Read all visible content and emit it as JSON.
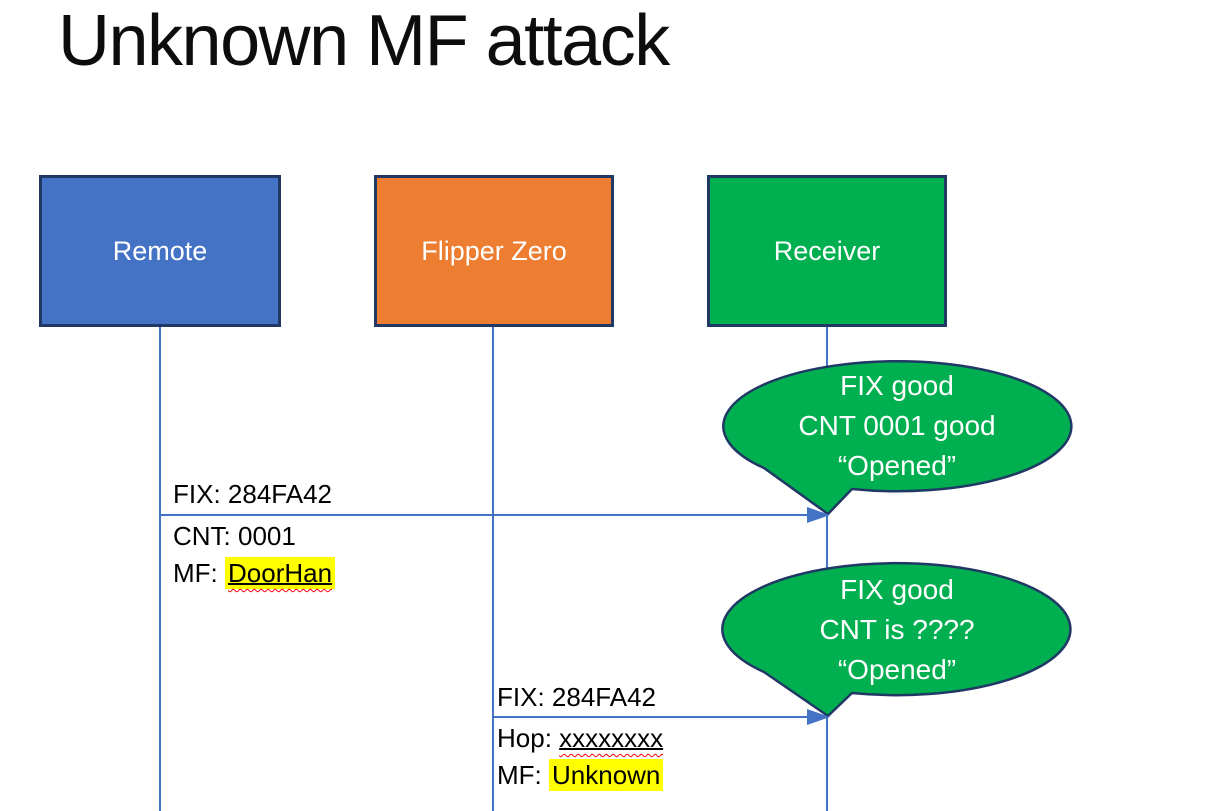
{
  "title": "Unknown MF attack",
  "actors": [
    {
      "label": "Remote",
      "fill": "#4472C4"
    },
    {
      "label": "Flipper Zero",
      "fill": "#ED7D31"
    },
    {
      "label": "Receiver",
      "fill": "#00B050"
    }
  ],
  "messages": [
    {
      "from": "Remote",
      "to": "Receiver",
      "fix": "FIX: 284FA42",
      "cnt": "CNT: 0001",
      "mf_prefix": "MF: ",
      "mf_value": "DoorHan"
    },
    {
      "from": "Flipper Zero",
      "to": "Receiver",
      "fix": "FIX: 284FA42",
      "hop_prefix": "Hop: ",
      "hop_value": "xxxxxxxx",
      "mf_prefix": "MF: ",
      "mf_value": "Unknown"
    }
  ],
  "callouts": [
    {
      "line1": "FIX good",
      "line2": "CNT 0001 good",
      "line3": "“Opened”"
    },
    {
      "line1": "FIX good",
      "line2": "CNT is ????",
      "line3": "“Opened”"
    }
  ],
  "colors": {
    "remote_fill": "#4472C4",
    "flipper_fill": "#ED7D31",
    "receiver_fill": "#00B050",
    "callout_fill": "#00B050",
    "shape_outline": "#1F3864",
    "connector": "#4472C4",
    "highlight": "#FFFF00",
    "spellcheck_underline": "#FF0000",
    "box_text": "#FFFFFF",
    "label_text": "#000000"
  }
}
